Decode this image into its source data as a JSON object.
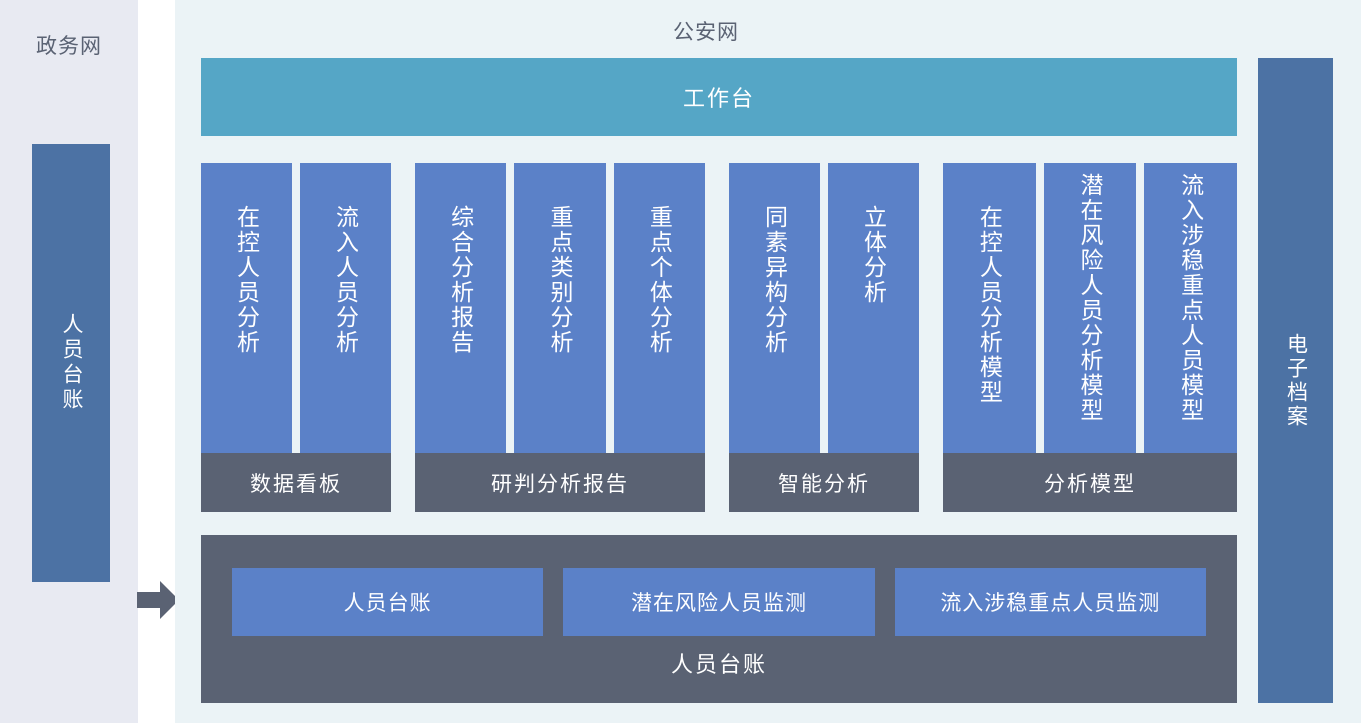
{
  "gov_network": {
    "title": "政务网",
    "ledger_label": "人员台账"
  },
  "flow": {
    "arrow_icon": "arrow-right-icon"
  },
  "psn": {
    "title": "公安网",
    "workbench_label": "工作台",
    "groups": [
      {
        "band_label": "数据看板",
        "columns": [
          "在控人员分析",
          "流入人员分析"
        ]
      },
      {
        "band_label": "研判分析报告",
        "columns": [
          "综合分析报告",
          "重点类别分析",
          "重点个体分析"
        ]
      },
      {
        "band_label": "智能分析",
        "columns": [
          "同素异构分析",
          "立体分析"
        ]
      },
      {
        "band_label": "分析模型",
        "columns": [
          "在控人员分析模型",
          "潜在风险人员分析模型",
          "流入涉稳重点人员模型"
        ]
      }
    ],
    "ledger_panel": {
      "caption": "人员台账",
      "cards": [
        "人员台账",
        "潜在风险人员监测",
        "流入涉稳重点人员监测"
      ]
    }
  },
  "archive": {
    "label": "电子档案"
  },
  "colors": {
    "gov_panel_bg": "#e8eaf2",
    "psn_panel_bg": "#ebf3f6",
    "accent_teal": "#55a6c6",
    "accent_blue": "#5b81c8",
    "accent_dark_blue": "#4c72a4",
    "band_gray": "#5a6273",
    "text_light": "#ffffff",
    "text_muted": "#5a6273"
  }
}
